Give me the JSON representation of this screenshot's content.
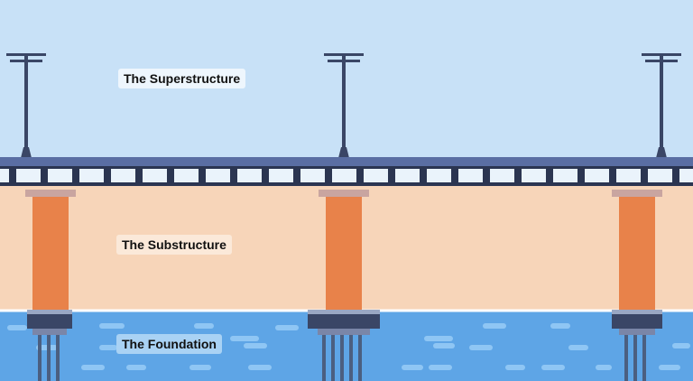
{
  "labels": {
    "superstructure": "The Superstructure",
    "substructure": "The Substructure",
    "foundation": "The Foundation"
  },
  "colors": {
    "sky": "#c8e1f7",
    "sand": "#f7d5b9",
    "water": "#5ea5e6",
    "water_dash": "#8fc6f4",
    "deck": "#5a6ea3",
    "deck_dark": "#2b3551",
    "pier": "#e8824a",
    "pier_cap": "#c9a5a0",
    "pile": "#4b5f80",
    "lamp": "#3a4666",
    "sky_label_bg": "#eef6fd",
    "sand_label_bg": "#fbe9d9",
    "water_label_bg": "#a9d2f4"
  }
}
